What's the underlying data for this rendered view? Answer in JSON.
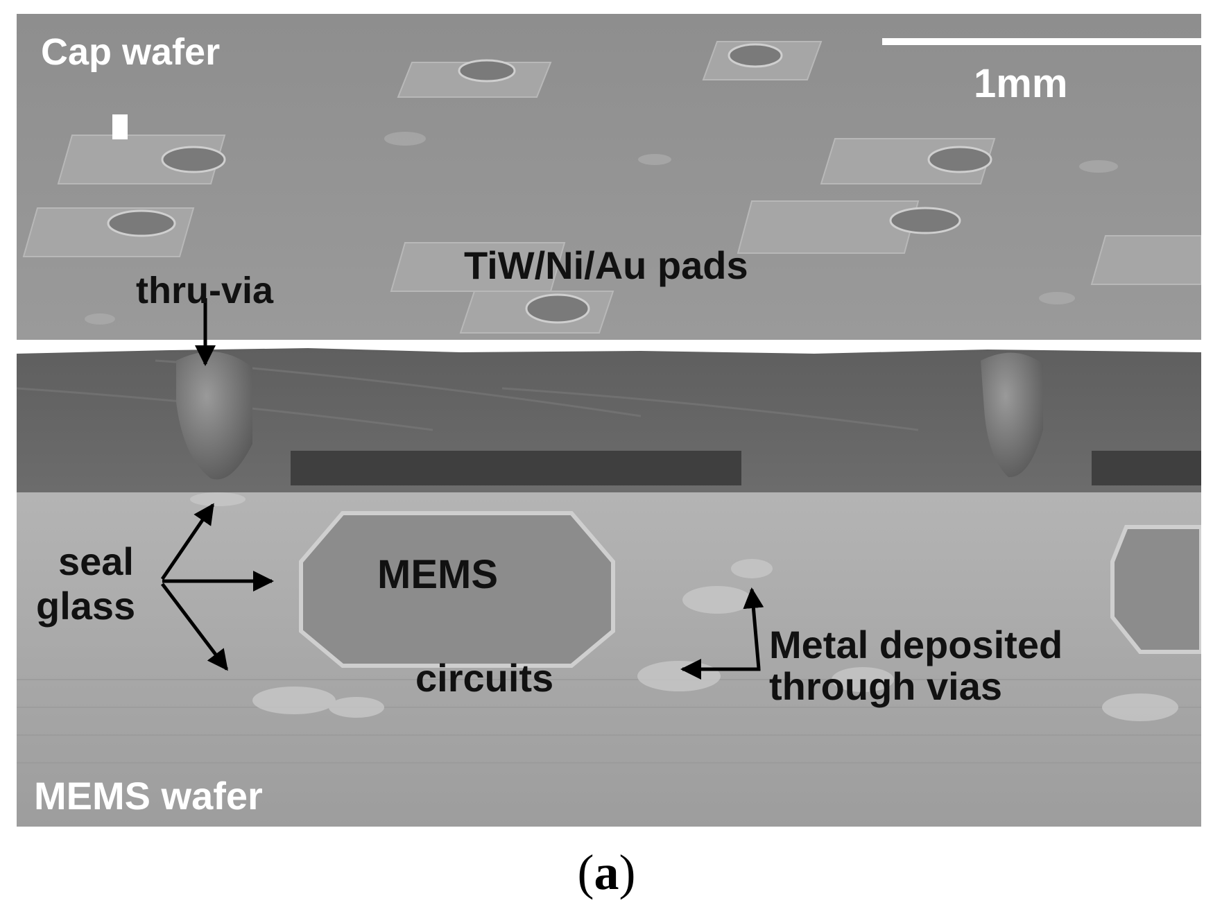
{
  "figure": {
    "labels": {
      "cap_wafer": "Cap wafer",
      "scale_bar": "1mm",
      "pads": "TiW/Ni/Au pads",
      "thru_via": "thru-via",
      "seal": "seal",
      "glass": "glass",
      "mems": "MEMS",
      "circuits": "circuits",
      "metal_line1": "Metal deposited",
      "metal_line2": "through vias",
      "mems_wafer": "MEMS wafer"
    },
    "caption": {
      "open": "(",
      "letter": "a",
      "close": ")"
    }
  }
}
